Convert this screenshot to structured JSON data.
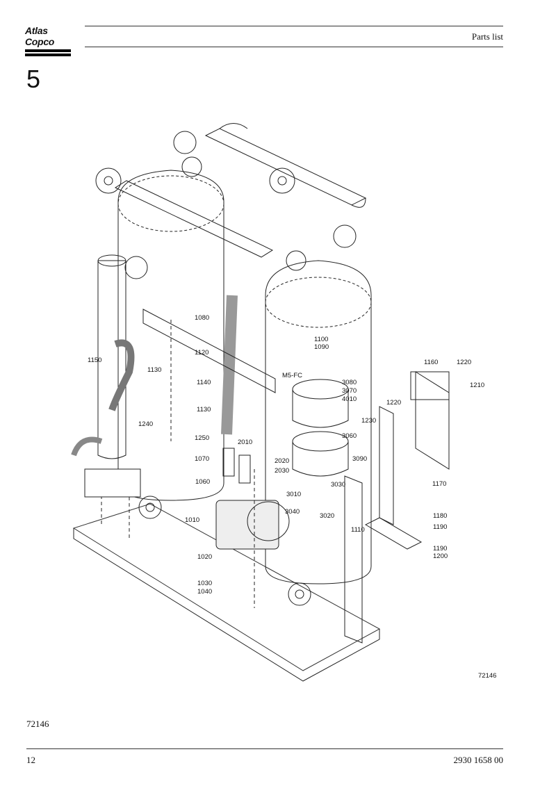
{
  "header": {
    "brand": "Atlas Copco",
    "title": "Parts list"
  },
  "section": {
    "number": "5"
  },
  "drawing": {
    "ref": "72146",
    "connector_label": "M5-FC",
    "callouts": [
      "1080",
      "1120",
      "1150",
      "1130",
      "1140",
      "1130",
      "1240",
      "1250",
      "2010",
      "1070",
      "2020",
      "2030",
      "1060",
      "1010",
      "1020",
      "1030",
      "1040",
      "1100",
      "1090",
      "3080",
      "3070",
      "4010",
      "3060",
      "3090",
      "3030",
      "3010",
      "3040",
      "3020",
      "1110",
      "1160",
      "1220",
      "1210",
      "1220",
      "1230",
      "1170",
      "1180",
      "1190",
      "1190",
      "1200"
    ]
  },
  "footer": {
    "figure_code": "72146",
    "page": "12",
    "doc_number": "2930 1658 00"
  }
}
